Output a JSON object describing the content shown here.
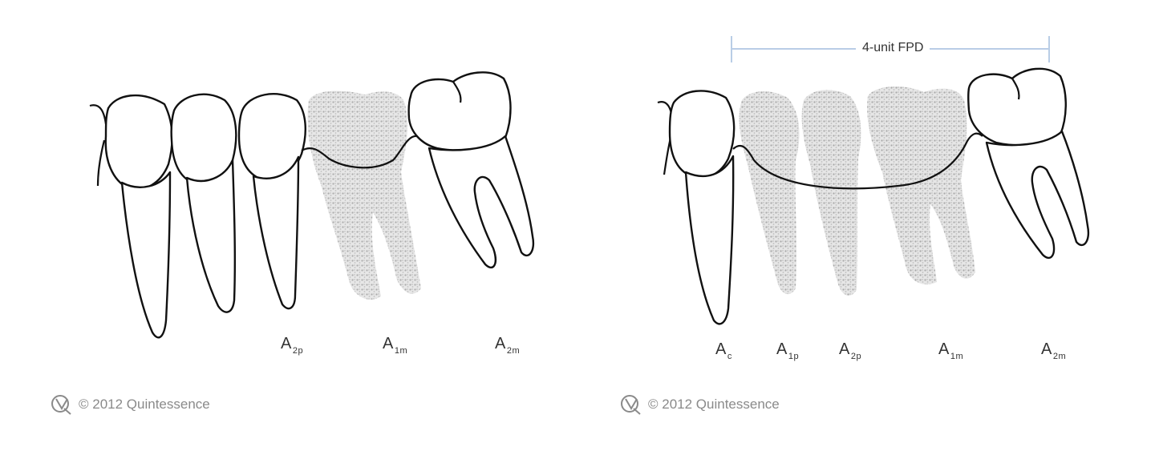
{
  "left_panel": {
    "labels": [
      {
        "main": "A",
        "sub": "2p"
      },
      {
        "main": "A",
        "sub": "1m"
      },
      {
        "main": "A",
        "sub": "2m"
      }
    ],
    "copyright": "© 2012 Quintessence",
    "logo_icon": "quintessence-logo-icon"
  },
  "right_panel": {
    "span_label": "4-unit FPD",
    "labels": [
      {
        "main": "A",
        "sub": "c"
      },
      {
        "main": "A",
        "sub": "1p"
      },
      {
        "main": "A",
        "sub": "2p"
      },
      {
        "main": "A",
        "sub": "1m"
      },
      {
        "main": "A",
        "sub": "2m"
      }
    ],
    "copyright": "© 2012 Quintessence",
    "logo_icon": "quintessence-logo-icon"
  },
  "colors": {
    "outline": "#111111",
    "stipple": "#b5b5b5",
    "bracket": "#b9cde6",
    "caption": "#8a8a8a"
  }
}
